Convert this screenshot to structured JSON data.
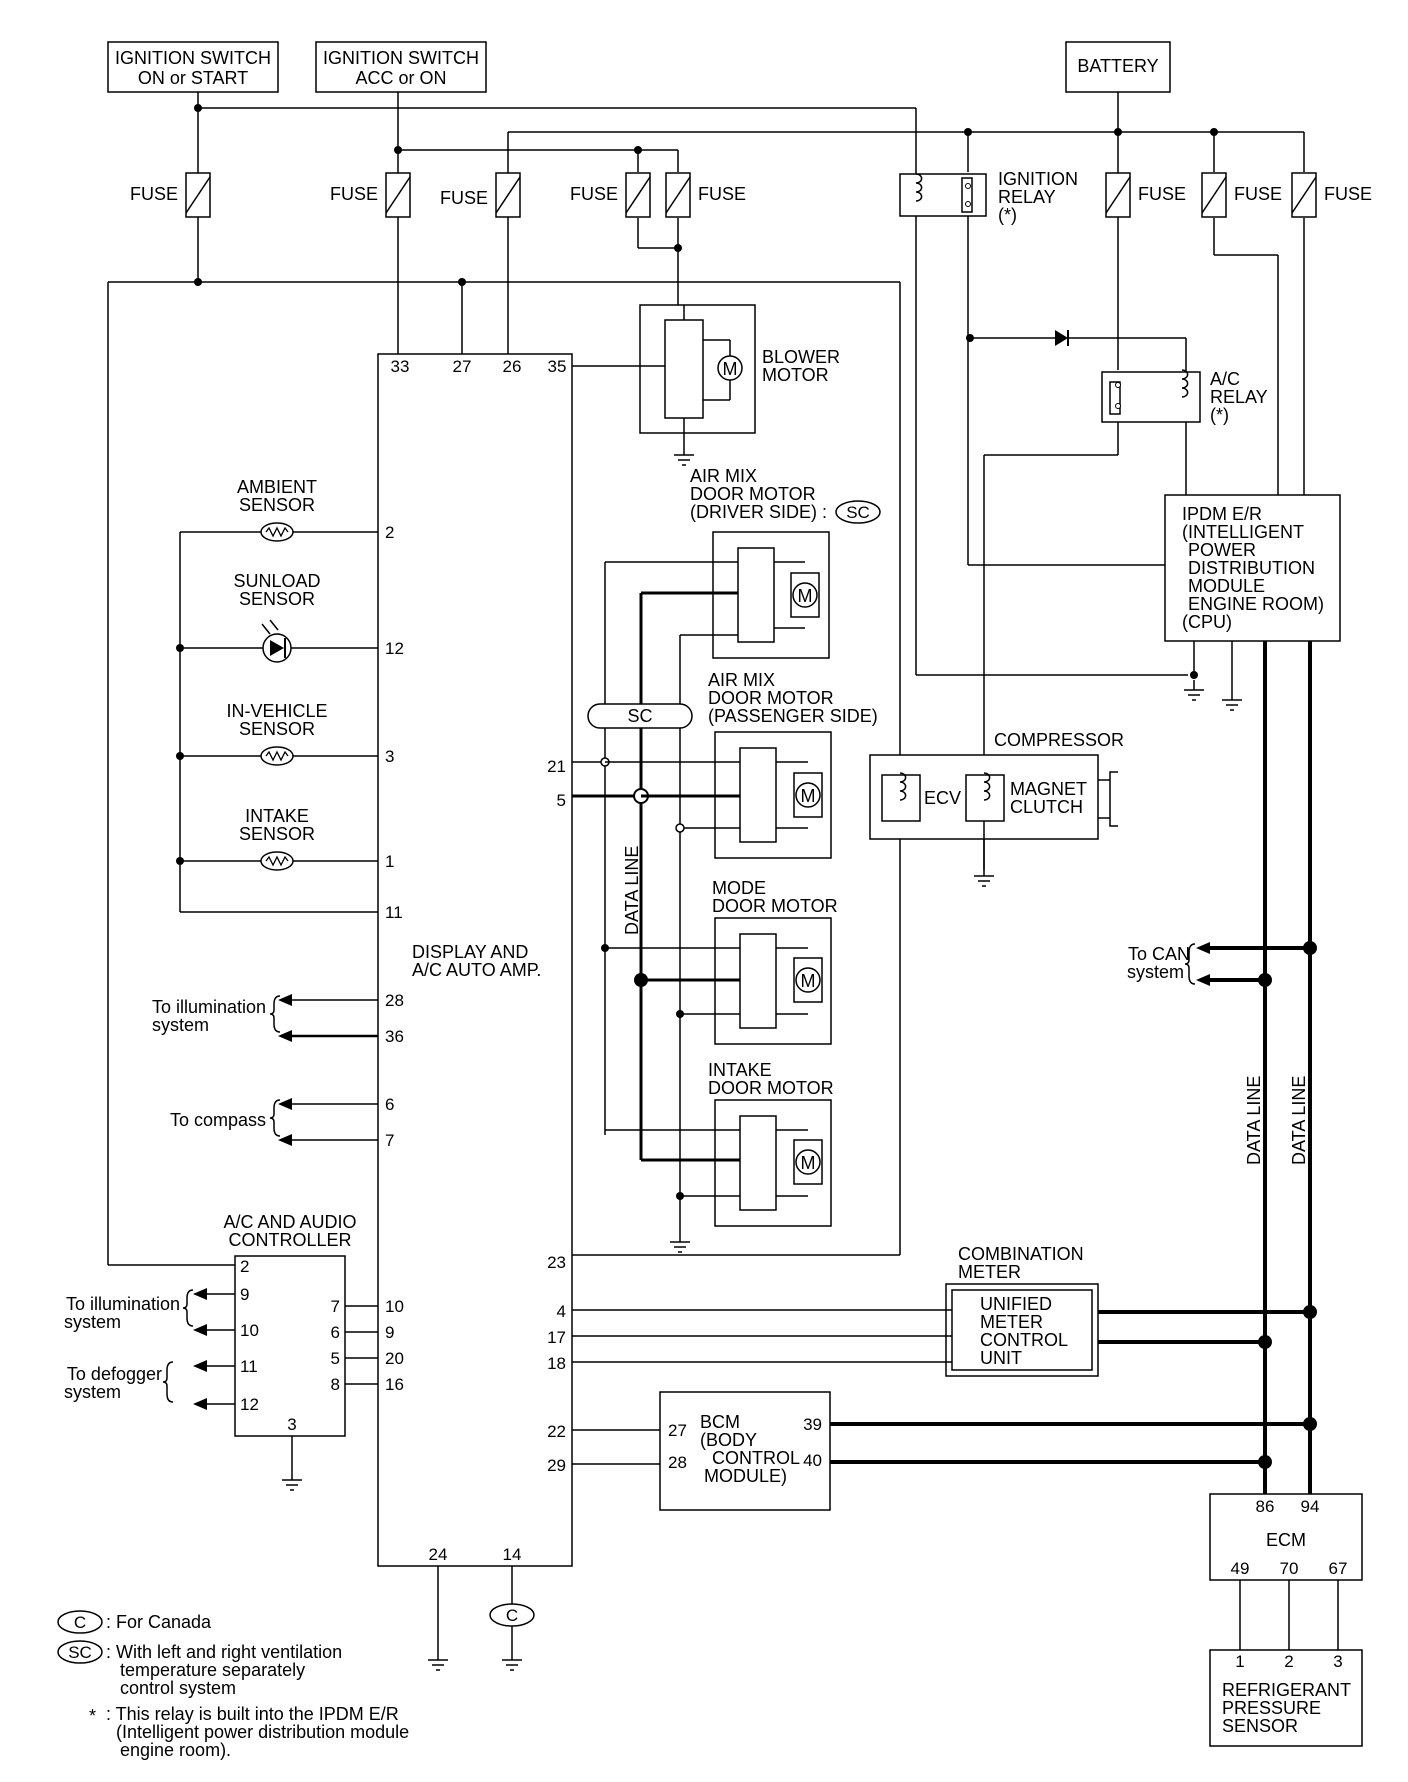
{
  "power": {
    "ign_on_start": [
      "IGNITION SWITCH",
      "ON or START"
    ],
    "ign_acc_on": [
      "IGNITION SWITCH",
      "ACC or ON"
    ],
    "battery": "BATTERY",
    "fuse": "FUSE",
    "ignition_relay": [
      "IGNITION",
      "RELAY",
      "(*)"
    ],
    "ac_relay": [
      "A/C",
      "RELAY",
      "(*)"
    ]
  },
  "amp": {
    "name": [
      "DISPLAY AND",
      "A/C AUTO AMP."
    ],
    "top_pins": [
      "33",
      "27",
      "26",
      "35"
    ],
    "left_pins": [
      "2",
      "12",
      "3",
      "1",
      "11",
      "28",
      "36",
      "6",
      "7"
    ],
    "right_pins": [
      "21",
      "5",
      "23",
      "4",
      "17",
      "18",
      "22",
      "29"
    ],
    "bottom_pins": [
      "24",
      "14"
    ]
  },
  "sensors": {
    "ambient": [
      "AMBIENT",
      "SENSOR"
    ],
    "sunload": [
      "SUNLOAD",
      "SENSOR"
    ],
    "in_vehicle": [
      "IN-VEHICLE",
      "SENSOR"
    ],
    "intake": [
      "INTAKE",
      "SENSOR"
    ]
  },
  "connections": {
    "illumination": [
      "To illumination",
      "system"
    ],
    "compass": "To compass",
    "defogger": [
      "To defogger",
      "system"
    ],
    "can": [
      "To CAN",
      "system"
    ]
  },
  "controller": {
    "name": [
      "A/C AND AUDIO",
      "CONTROLLER"
    ],
    "left_pins": [
      "2",
      "9",
      "10",
      "11",
      "12"
    ],
    "right_pins": [
      "7",
      "6",
      "5",
      "8"
    ],
    "bottom_pin": "3",
    "amp_pins": [
      "10",
      "9",
      "20",
      "16"
    ]
  },
  "motors": {
    "blower": [
      "BLOWER",
      "MOTOR"
    ],
    "air_mix_driver": [
      "AIR MIX",
      "DOOR MOTOR",
      "(DRIVER SIDE) :"
    ],
    "air_mix_passenger": [
      "AIR MIX",
      "DOOR MOTOR",
      "(PASSENGER SIDE)"
    ],
    "mode": [
      "MODE",
      "DOOR MOTOR"
    ],
    "intake": [
      "INTAKE",
      "DOOR MOTOR"
    ],
    "m": "M",
    "sc": "SC",
    "data_line": "DATA LINE"
  },
  "compressor": {
    "title": "COMPRESSOR",
    "ecv": "ECV",
    "clutch": [
      "MAGNET",
      "CLUTCH"
    ]
  },
  "ipdm": [
    "IPDM E/R",
    "(INTELLIGENT",
    "POWER",
    "DISTRIBUTION",
    "MODULE",
    "ENGINE ROOM)",
    "(CPU)"
  ],
  "meter": {
    "title": [
      "COMBINATION",
      "METER"
    ],
    "unit": [
      "UNIFIED",
      "METER",
      "CONTROL",
      "UNIT"
    ]
  },
  "bcm": {
    "name": [
      "BCM",
      "(BODY",
      "CONTROL",
      "MODULE)"
    ],
    "left_pins": [
      "27",
      "28"
    ],
    "right_pins": [
      "39",
      "40"
    ]
  },
  "ecm": {
    "name": "ECM",
    "top_pins": [
      "86",
      "94"
    ],
    "bottom_pins": [
      "49",
      "70",
      "67"
    ]
  },
  "refrigerant": {
    "name": [
      "REFRIGERANT",
      "PRESSURE",
      "SENSOR"
    ],
    "pins": [
      "1",
      "2",
      "3"
    ]
  },
  "data_line": "DATA LINE",
  "legend": {
    "c_symbol": "C",
    "c_text": ": For Canada",
    "sc_symbol": "SC",
    "sc_text": [
      ": With left and right ventilation",
      "temperature separately",
      "control system"
    ],
    "star": "*",
    "star_text": [
      ": This relay is built into the IPDM E/R",
      "(Intelligent power distribution module",
      "engine room)."
    ]
  }
}
